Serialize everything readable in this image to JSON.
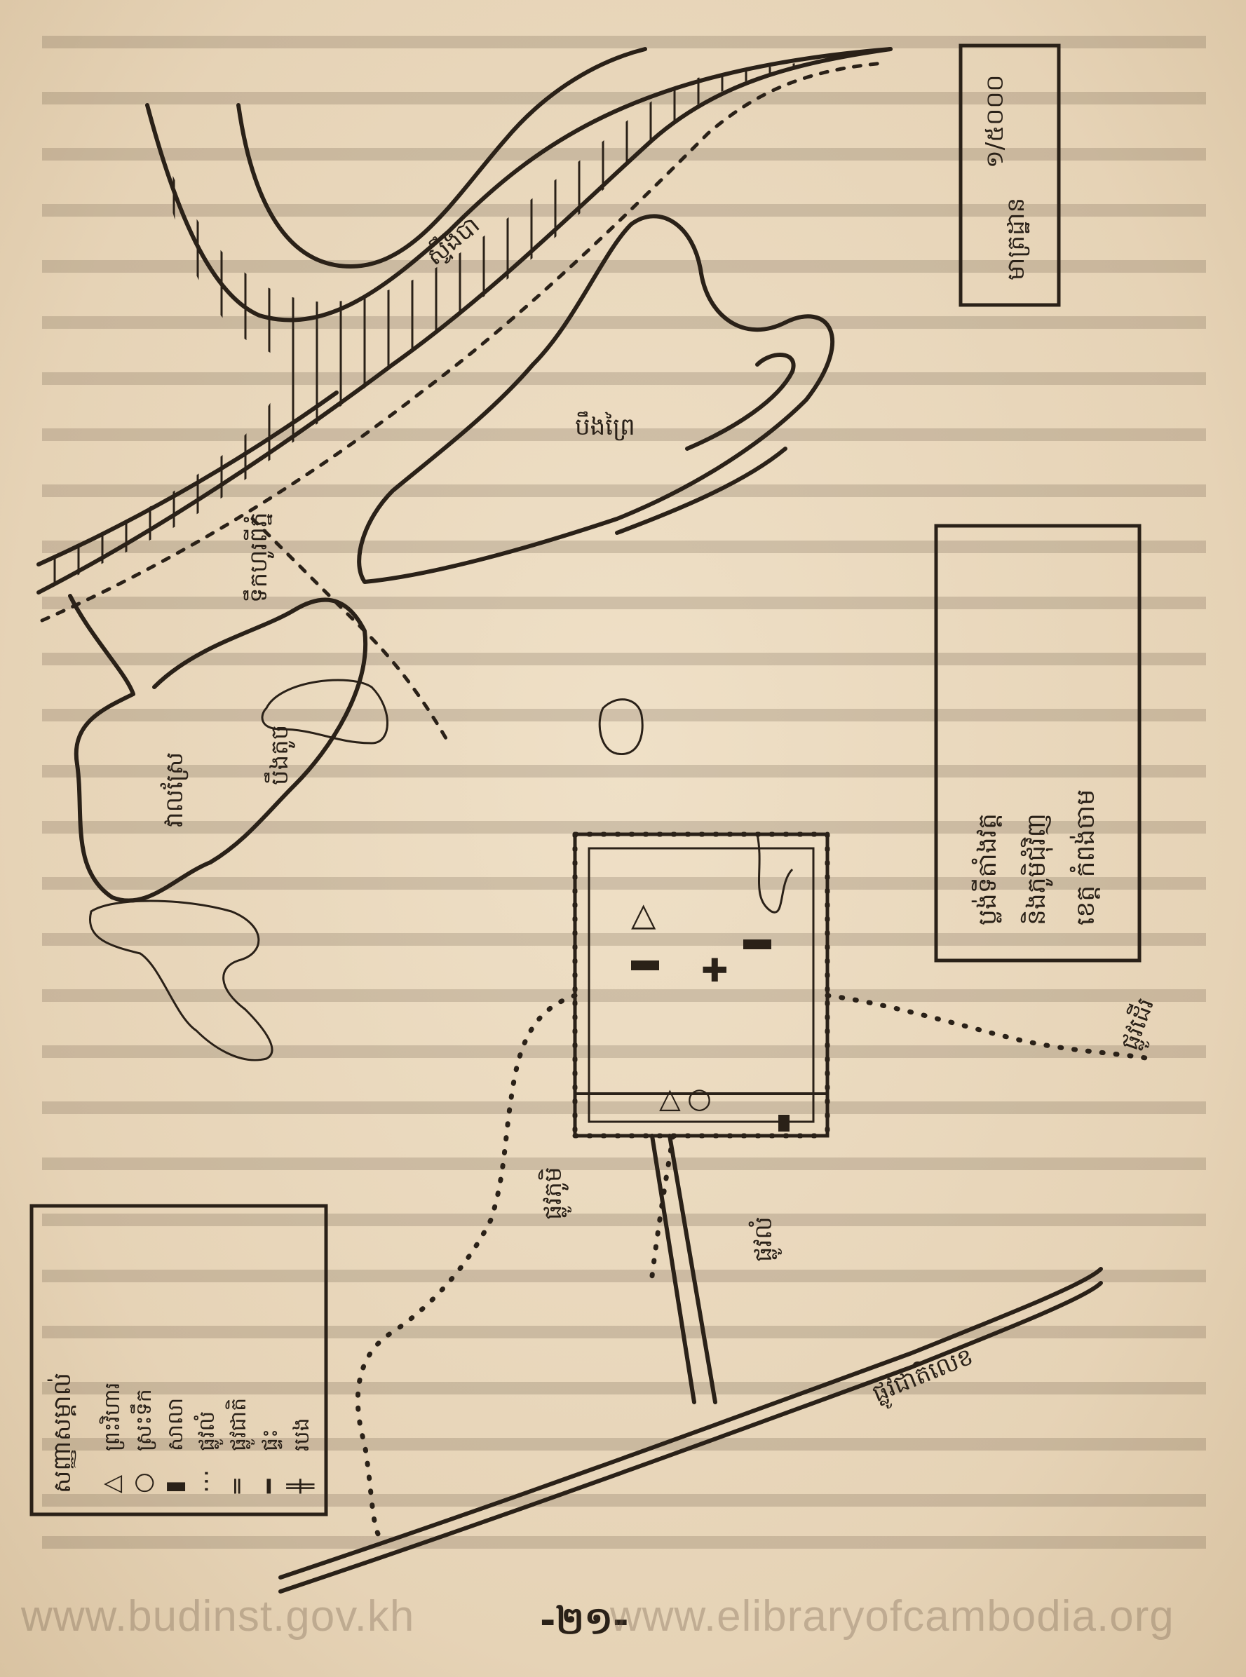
{
  "map": {
    "labels": {
      "river": "ស្ទឹងបា",
      "lake": "បឹងព្រៃ",
      "pond_small": "បឹងតូច",
      "canal_left": "ទឹកហូរពីភ្នំ",
      "road_bottom": "ផ្លូវជាតិលេខ",
      "path_bottom": "ផ្លូវលំ",
      "path_right": "ផ្លូវដើរ",
      "village_road": "ផ្លូវភូមិ",
      "field": "វាលស្រែ"
    },
    "legend_top": {
      "scale_label": "មាត្រដ្ឋាន",
      "scale_value": "១/៥០០០"
    },
    "legend_right": {
      "lines": [
        "ប្លង់ទីតាំងវត្ត",
        "និងភូមិជុំវិញ",
        "ខេត្ត កំពង់ចាម"
      ]
    },
    "legend_bottom": {
      "title": "សញ្ញាសម្គាល់",
      "items": [
        {
          "symbol": "△",
          "text": "ព្រះវិហារ"
        },
        {
          "symbol": "○",
          "text": "ស្រះទឹក"
        },
        {
          "symbol": "▮",
          "text": "សាលា"
        },
        {
          "symbol": "⋯",
          "text": "ផ្លូវលំ"
        },
        {
          "symbol": "═",
          "text": "ផ្លូវជាតិ"
        },
        {
          "symbol": "━",
          "text": "ផ្ទះ"
        },
        {
          "symbol": "╫",
          "text": "របង"
        }
      ]
    }
  },
  "page": {
    "number": "-២១-",
    "watermark_left": "www.budinst.gov.kh",
    "watermark_right": "www.elibraryofcambodia.org"
  }
}
